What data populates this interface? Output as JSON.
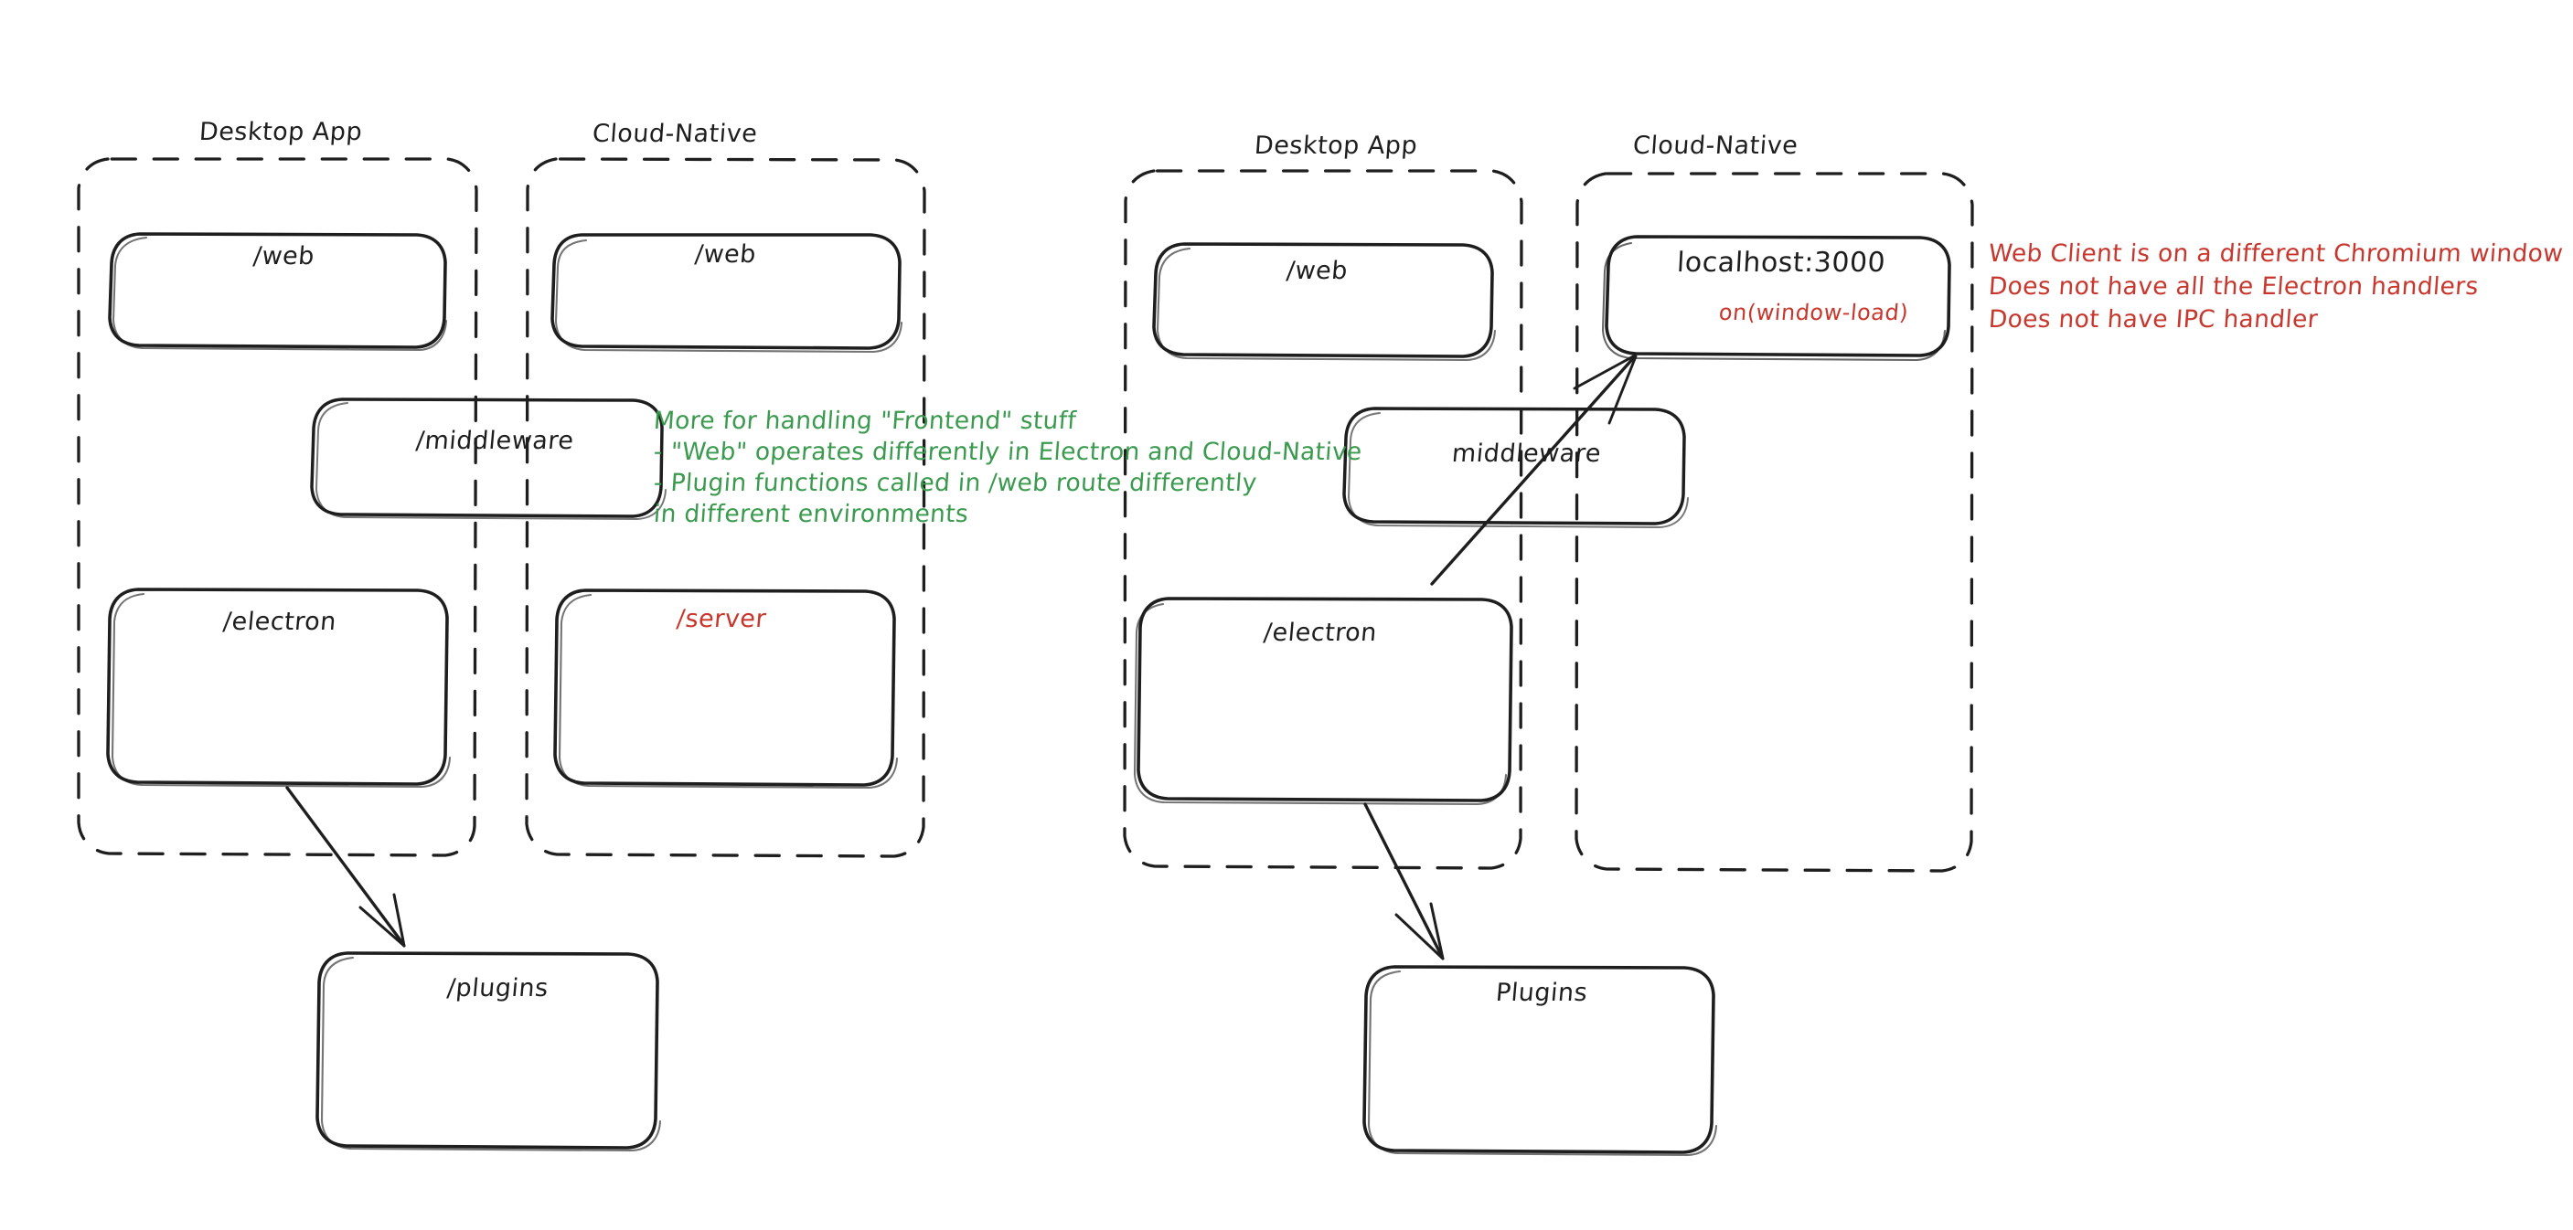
{
  "diagram": {
    "title": "Electron Desktop App vs Cloud-Native architecture sketch",
    "style": "hand-drawn",
    "colors": {
      "stroke": "#1e1e1e",
      "green_note": "#3a9a4e",
      "red_note": "#c8372d",
      "background": "#ffffff"
    },
    "groups": [
      {
        "id": "left-desktop",
        "title": "Desktop App",
        "boxes": [
          {
            "id": "left-web",
            "label": "/web",
            "color": "black"
          },
          {
            "id": "left-electron",
            "label": "/electron",
            "color": "black"
          }
        ]
      },
      {
        "id": "left-cloud",
        "title": "Cloud-Native",
        "boxes": [
          {
            "id": "left-cloud-web",
            "label": "/web",
            "color": "black"
          },
          {
            "id": "left-server",
            "label": "/server",
            "color": "red"
          }
        ]
      },
      {
        "id": "right-desktop",
        "title": "Desktop App",
        "boxes": [
          {
            "id": "right-web",
            "label": "/web",
            "color": "black"
          },
          {
            "id": "right-electron",
            "label": "/electron",
            "color": "black"
          }
        ]
      },
      {
        "id": "right-cloud",
        "title": "Cloud-Native",
        "boxes": [
          {
            "id": "right-localhost",
            "label": "localhost:3000",
            "sublabel": "on(window-load)",
            "color": "black",
            "sublabel_color": "red"
          }
        ]
      }
    ],
    "spanning_boxes": [
      {
        "id": "left-middleware",
        "label": "/middleware"
      },
      {
        "id": "right-middleware",
        "label": "middleware"
      }
    ],
    "standalone_boxes": [
      {
        "id": "left-plugins",
        "label": "/plugins"
      },
      {
        "id": "right-plugins",
        "label": "Plugins"
      }
    ],
    "annotations": [
      {
        "id": "green-note",
        "color": "green",
        "lines": [
          "More for handling \"Frontend\" stuff",
          "- \"Web\" operates differently in Electron and Cloud-Native",
          "- Plugin functions called in /web route differently",
          "in different environments"
        ]
      },
      {
        "id": "red-note",
        "color": "red",
        "lines": [
          "Web Client is on a different Chromium window",
          "Does not have all the Electron handlers",
          "Does not have IPC handler"
        ]
      }
    ],
    "arrows": [
      {
        "id": "arrow-left-electron-to-plugins",
        "from": "left-electron",
        "to": "left-plugins"
      },
      {
        "id": "arrow-right-electron-to-plugins",
        "from": "right-electron",
        "to": "right-plugins"
      },
      {
        "id": "arrow-right-electron-to-localhost",
        "from": "right-electron",
        "to": "right-localhost"
      }
    ]
  }
}
